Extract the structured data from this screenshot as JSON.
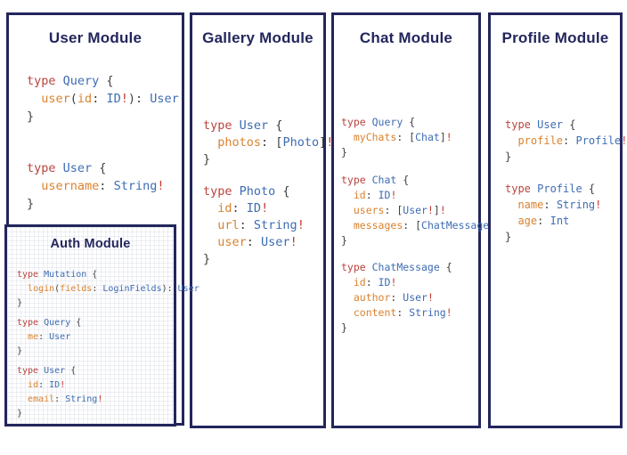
{
  "colors": {
    "navy": "#23265c",
    "keyword": "#b8443d",
    "type_blue": "#3e6cb3",
    "field_orange": "#d9822f",
    "punct": "#3f3f3f",
    "bang": "#c3392f",
    "background": "#ffffff"
  },
  "modules": [
    {
      "id": "user",
      "title": "User Module",
      "blocks": [
        [
          [
            [
              "k",
              "type "
            ],
            [
              "t",
              "Query "
            ],
            [
              "p",
              "{"
            ]
          ],
          [
            [
              "p",
              "  "
            ],
            [
              "f",
              "user"
            ],
            [
              "p",
              "("
            ],
            [
              "f",
              "id"
            ],
            [
              "p",
              ": "
            ],
            [
              "t",
              "ID"
            ],
            [
              "x",
              "!"
            ],
            [
              "p",
              "): "
            ],
            [
              "t",
              "User"
            ]
          ],
          [
            [
              "p",
              "}"
            ]
          ]
        ],
        [
          [
            [
              "k",
              "type "
            ],
            [
              "t",
              "User "
            ],
            [
              "p",
              "{"
            ]
          ],
          [
            [
              "p",
              "  "
            ],
            [
              "f",
              "username"
            ],
            [
              "p",
              ": "
            ],
            [
              "t",
              "String"
            ],
            [
              "x",
              "!"
            ]
          ],
          [
            [
              "p",
              "}"
            ]
          ]
        ]
      ]
    },
    {
      "id": "gallery",
      "title": "Gallery Module",
      "blocks": [
        [
          [
            [
              "k",
              "type "
            ],
            [
              "t",
              "User "
            ],
            [
              "p",
              "{"
            ]
          ],
          [
            [
              "p",
              "  "
            ],
            [
              "f",
              "photos"
            ],
            [
              "p",
              ": ["
            ],
            [
              "t",
              "Photo"
            ],
            [
              "p",
              "]"
            ],
            [
              "x",
              "!"
            ]
          ],
          [
            [
              "p",
              "}"
            ]
          ]
        ],
        [
          [
            [
              "k",
              "type "
            ],
            [
              "t",
              "Photo "
            ],
            [
              "p",
              "{"
            ]
          ],
          [
            [
              "p",
              "  "
            ],
            [
              "f",
              "id"
            ],
            [
              "p",
              ": "
            ],
            [
              "t",
              "ID"
            ],
            [
              "x",
              "!"
            ]
          ],
          [
            [
              "p",
              "  "
            ],
            [
              "f",
              "url"
            ],
            [
              "p",
              ": "
            ],
            [
              "t",
              "String"
            ],
            [
              "x",
              "!"
            ]
          ],
          [
            [
              "p",
              "  "
            ],
            [
              "f",
              "user"
            ],
            [
              "p",
              ": "
            ],
            [
              "t",
              "User"
            ],
            [
              "x",
              "!"
            ]
          ],
          [
            [
              "p",
              "}"
            ]
          ]
        ]
      ]
    },
    {
      "id": "chat",
      "title": "Chat Module",
      "blocks": [
        [
          [
            [
              "k",
              "type "
            ],
            [
              "t",
              "Query "
            ],
            [
              "p",
              "{"
            ]
          ],
          [
            [
              "p",
              "  "
            ],
            [
              "f",
              "myChats"
            ],
            [
              "p",
              ": ["
            ],
            [
              "t",
              "Chat"
            ],
            [
              "p",
              "]"
            ],
            [
              "x",
              "!"
            ]
          ],
          [
            [
              "p",
              "}"
            ]
          ]
        ],
        [
          [
            [
              "k",
              "type "
            ],
            [
              "t",
              "Chat "
            ],
            [
              "p",
              "{"
            ]
          ],
          [
            [
              "p",
              "  "
            ],
            [
              "f",
              "id"
            ],
            [
              "p",
              ": "
            ],
            [
              "t",
              "ID"
            ],
            [
              "x",
              "!"
            ]
          ],
          [
            [
              "p",
              "  "
            ],
            [
              "f",
              "users"
            ],
            [
              "p",
              ": ["
            ],
            [
              "t",
              "User"
            ],
            [
              "x",
              "!"
            ],
            [
              "p",
              "]"
            ],
            [
              "x",
              "!"
            ]
          ],
          [
            [
              "p",
              "  "
            ],
            [
              "f",
              "messages"
            ],
            [
              "p",
              ": ["
            ],
            [
              "t",
              "ChatMessage"
            ],
            [
              "p",
              "]"
            ],
            [
              "x",
              "!"
            ]
          ],
          [
            [
              "p",
              "}"
            ]
          ]
        ],
        [
          [
            [
              "k",
              "type "
            ],
            [
              "t",
              "ChatMessage "
            ],
            [
              "p",
              "{"
            ]
          ],
          [
            [
              "p",
              "  "
            ],
            [
              "f",
              "id"
            ],
            [
              "p",
              ": "
            ],
            [
              "t",
              "ID"
            ],
            [
              "x",
              "!"
            ]
          ],
          [
            [
              "p",
              "  "
            ],
            [
              "f",
              "author"
            ],
            [
              "p",
              ": "
            ],
            [
              "t",
              "User"
            ],
            [
              "x",
              "!"
            ]
          ],
          [
            [
              "p",
              "  "
            ],
            [
              "f",
              "content"
            ],
            [
              "p",
              ": "
            ],
            [
              "t",
              "String"
            ],
            [
              "x",
              "!"
            ]
          ],
          [
            [
              "p",
              "}"
            ]
          ]
        ]
      ]
    },
    {
      "id": "profile",
      "title": "Profile Module",
      "blocks": [
        [
          [
            [
              "k",
              "type "
            ],
            [
              "t",
              "User "
            ],
            [
              "p",
              "{"
            ]
          ],
          [
            [
              "p",
              "  "
            ],
            [
              "f",
              "profile"
            ],
            [
              "p",
              ": "
            ],
            [
              "t",
              "Profile"
            ],
            [
              "x",
              "!"
            ]
          ],
          [
            [
              "p",
              "}"
            ]
          ]
        ],
        [
          [
            [
              "k",
              "type "
            ],
            [
              "t",
              "Profile "
            ],
            [
              "p",
              "{"
            ]
          ],
          [
            [
              "p",
              "  "
            ],
            [
              "f",
              "name"
            ],
            [
              "p",
              ": "
            ],
            [
              "t",
              "String"
            ],
            [
              "x",
              "!"
            ]
          ],
          [
            [
              "p",
              "  "
            ],
            [
              "f",
              "age"
            ],
            [
              "p",
              ": "
            ],
            [
              "t",
              "Int"
            ]
          ],
          [
            [
              "p",
              "}"
            ]
          ]
        ]
      ]
    },
    {
      "id": "auth",
      "title": "Auth Module",
      "blocks": [
        [
          [
            [
              "k",
              "type "
            ],
            [
              "t",
              "Mutation "
            ],
            [
              "p",
              "{"
            ]
          ],
          [
            [
              "p",
              "  "
            ],
            [
              "f",
              "login"
            ],
            [
              "p",
              "("
            ],
            [
              "f",
              "fields"
            ],
            [
              "p",
              ": "
            ],
            [
              "t",
              "LoginFields"
            ],
            [
              "p",
              "): "
            ],
            [
              "t",
              "User"
            ]
          ],
          [
            [
              "p",
              "}"
            ]
          ]
        ],
        [
          [
            [
              "k",
              "type "
            ],
            [
              "t",
              "Query "
            ],
            [
              "p",
              "{"
            ]
          ],
          [
            [
              "p",
              "  "
            ],
            [
              "f",
              "me"
            ],
            [
              "p",
              ": "
            ],
            [
              "t",
              "User"
            ]
          ],
          [
            [
              "p",
              "}"
            ]
          ]
        ],
        [
          [
            [
              "k",
              "type "
            ],
            [
              "t",
              "User "
            ],
            [
              "p",
              "{"
            ]
          ],
          [
            [
              "p",
              "  "
            ],
            [
              "f",
              "id"
            ],
            [
              "p",
              ": "
            ],
            [
              "t",
              "ID"
            ],
            [
              "x",
              "!"
            ]
          ],
          [
            [
              "p",
              "  "
            ],
            [
              "f",
              "email"
            ],
            [
              "p",
              ": "
            ],
            [
              "t",
              "String"
            ],
            [
              "x",
              "!"
            ]
          ],
          [
            [
              "p",
              "}"
            ]
          ]
        ]
      ]
    }
  ]
}
